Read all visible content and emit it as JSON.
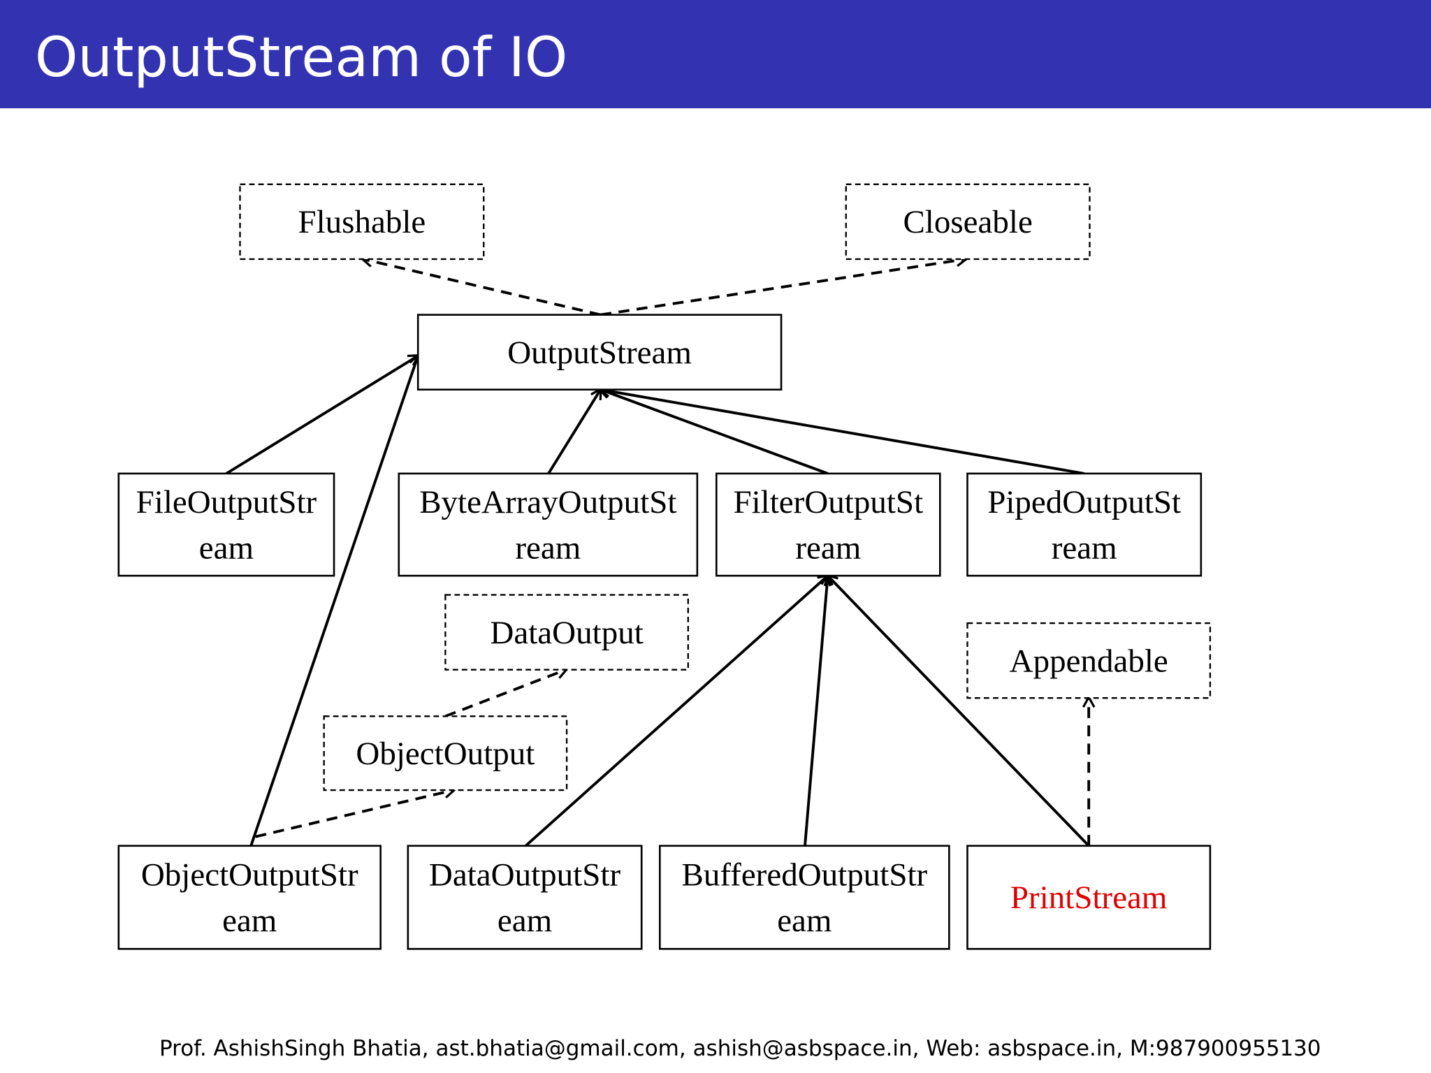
{
  "title": "OutputStream of IO",
  "diagram": {
    "nodes": [
      {
        "id": "flushable",
        "lines": [
          "Flushable"
        ],
        "kind": "interface"
      },
      {
        "id": "closeable",
        "lines": [
          "Closeable"
        ],
        "kind": "interface"
      },
      {
        "id": "outputstream",
        "lines": [
          "OutputStream"
        ],
        "kind": "class"
      },
      {
        "id": "fileoutputstream",
        "lines": [
          "FileOutputStr",
          "eam"
        ],
        "kind": "class"
      },
      {
        "id": "bytearrayoutputstream",
        "lines": [
          "ByteArrayOutputSt",
          "ream"
        ],
        "kind": "class"
      },
      {
        "id": "filteroutputstream",
        "lines": [
          "FilterOutputSt",
          "ream"
        ],
        "kind": "class"
      },
      {
        "id": "pipedoutputstream",
        "lines": [
          "PipedOutputSt",
          "ream"
        ],
        "kind": "class"
      },
      {
        "id": "dataoutput",
        "lines": [
          "DataOutput"
        ],
        "kind": "interface"
      },
      {
        "id": "appendable",
        "lines": [
          "Appendable"
        ],
        "kind": "interface"
      },
      {
        "id": "objectoutput",
        "lines": [
          "ObjectOutput"
        ],
        "kind": "interface"
      },
      {
        "id": "objectoutputstream",
        "lines": [
          "ObjectOutputStr",
          "eam"
        ],
        "kind": "class"
      },
      {
        "id": "dataoutputstream",
        "lines": [
          "DataOutputStr",
          "eam"
        ],
        "kind": "class"
      },
      {
        "id": "bufferedoutputstream",
        "lines": [
          "BufferedOutputStr",
          "eam"
        ],
        "kind": "class"
      },
      {
        "id": "printstream",
        "lines": [
          "PrintStream"
        ],
        "kind": "class",
        "color": "#e00000"
      }
    ],
    "edges": [
      {
        "from": "outputstream",
        "to": "flushable",
        "dashed": true
      },
      {
        "from": "outputstream",
        "to": "closeable",
        "dashed": true
      },
      {
        "from": "fileoutputstream",
        "to": "outputstream",
        "dashed": false
      },
      {
        "from": "objectoutputstream",
        "to": "outputstream",
        "dashed": false
      },
      {
        "from": "bytearrayoutputstream",
        "to": "outputstream",
        "dashed": false
      },
      {
        "from": "filteroutputstream",
        "to": "outputstream",
        "dashed": false
      },
      {
        "from": "pipedoutputstream",
        "to": "outputstream",
        "dashed": false
      },
      {
        "from": "objectoutput",
        "to": "dataoutput",
        "dashed": true
      },
      {
        "from": "objectoutputstream",
        "to": "objectoutput",
        "dashed": true
      },
      {
        "from": "dataoutputstream",
        "to": "filteroutputstream",
        "dashed": false
      },
      {
        "from": "bufferedoutputstream",
        "to": "filteroutputstream",
        "dashed": false
      },
      {
        "from": "printstream",
        "to": "filteroutputstream",
        "dashed": false
      },
      {
        "from": "printstream",
        "to": "appendable",
        "dashed": true
      }
    ]
  },
  "footer": {
    "text": "Prof.  AshishSingh Bhatia, ast.bhatia@gmail.com, ashish@asbspace.in, Web:  asbspace.in, M:9879009551",
    "page": "30"
  },
  "colors": {
    "header": "#3333b2",
    "highlight": "#e00000"
  }
}
